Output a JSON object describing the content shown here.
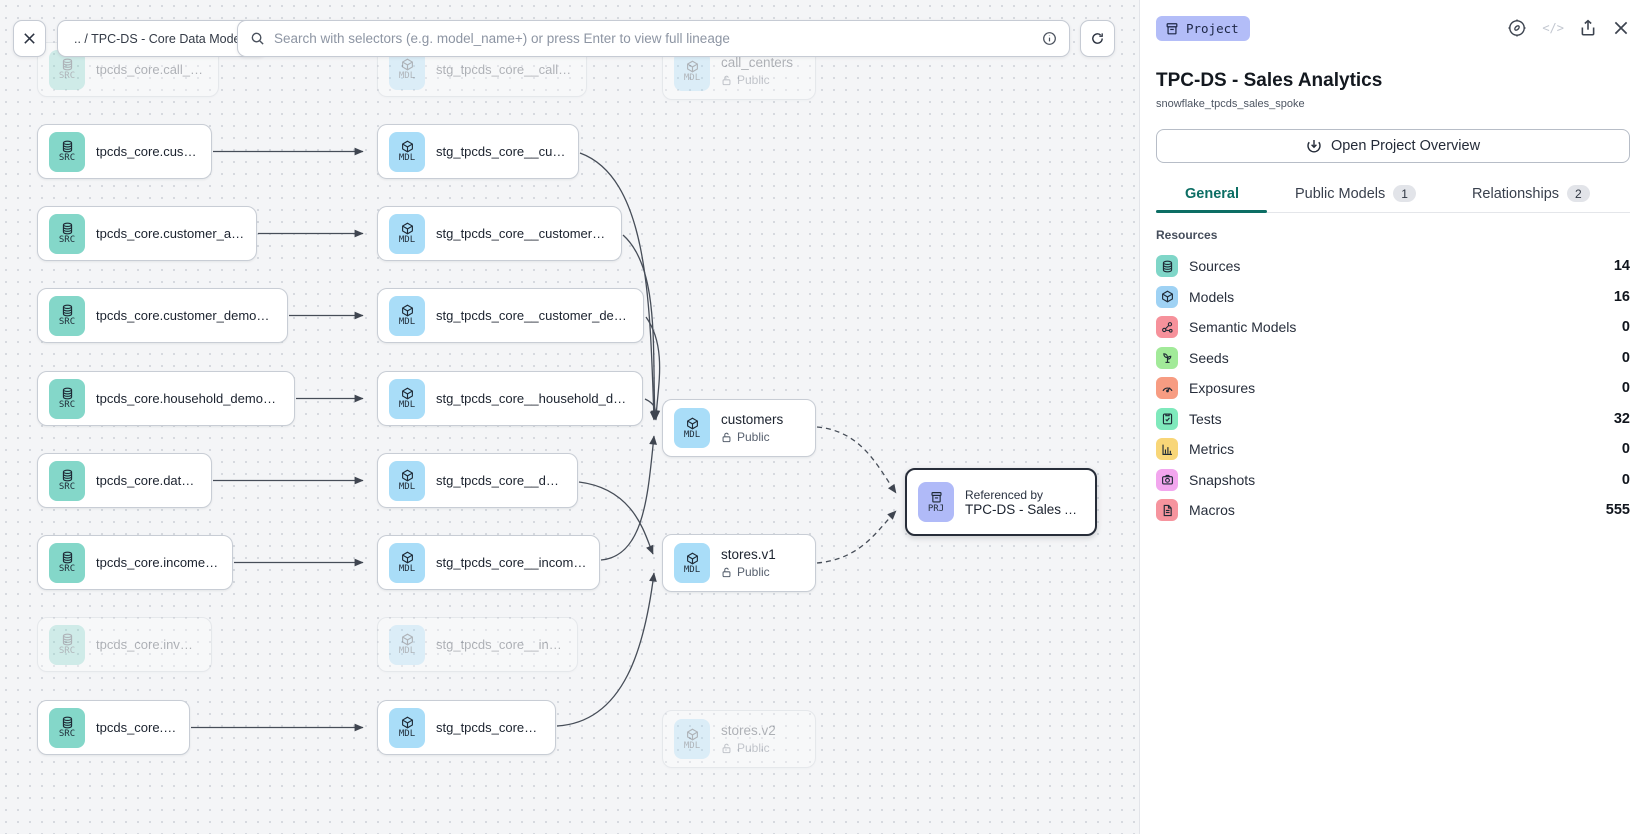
{
  "toolbar": {
    "breadcrumb": ".. / TPC-DS - Core Data Models",
    "search_placeholder": "Search with selectors (e.g. model_name+) or press Enter to view full lineage"
  },
  "canvas": {
    "nodes": {
      "src_call_center": {
        "badge": "SRC",
        "label": "tpcds_core.call_center"
      },
      "src_customer": {
        "badge": "SRC",
        "label": "tpcds_core.customer"
      },
      "src_customer_address": {
        "badge": "SRC",
        "label": "tpcds_core.customer_address"
      },
      "src_customer_demographics": {
        "badge": "SRC",
        "label": "tpcds_core.customer_demographics"
      },
      "src_household_demographics": {
        "badge": "SRC",
        "label": "tpcds_core.household_demographics"
      },
      "src_date_dim": {
        "badge": "SRC",
        "label": "tpcds_core.date_dim"
      },
      "src_income_band": {
        "badge": "SRC",
        "label": "tpcds_core.income_band"
      },
      "src_inventory": {
        "badge": "SRC",
        "label": "tpcds_core.inventory"
      },
      "src_store": {
        "badge": "SRC",
        "label": "tpcds_core.store"
      },
      "mdl_call_center": {
        "badge": "MDL",
        "label": "stg_tpcds_core__call_center"
      },
      "mdl_customer": {
        "badge": "MDL",
        "label": "stg_tpcds_core__customer"
      },
      "mdl_customer_address": {
        "badge": "MDL",
        "label": "stg_tpcds_core__customer_address"
      },
      "mdl_customer_demographics": {
        "badge": "MDL",
        "label": "stg_tpcds_core__customer_demogra…"
      },
      "mdl_household_demographics": {
        "badge": "MDL",
        "label": "stg_tpcds_core__household_demogr…"
      },
      "mdl_date_dim": {
        "badge": "MDL",
        "label": "stg_tpcds_core__date_dim"
      },
      "mdl_income_band": {
        "badge": "MDL",
        "label": "stg_tpcds_core__income_band"
      },
      "mdl_inventory": {
        "badge": "MDL",
        "label": "stg_tpcds_core__inventory"
      },
      "mdl_store": {
        "badge": "MDL",
        "label": "stg_tpcds_core__store"
      },
      "mdl_call_centers": {
        "badge": "MDL",
        "label": "call_centers",
        "sub": "Public"
      },
      "mdl_customers": {
        "badge": "MDL",
        "label": "customers",
        "sub": "Public"
      },
      "mdl_stores_v1": {
        "badge": "MDL",
        "label": "stores.v1",
        "sub": "Public"
      },
      "mdl_stores_v2": {
        "badge": "MDL",
        "label": "stores.v2",
        "sub": "Public"
      },
      "prj_sales": {
        "badge": "PRJ",
        "kicker": "Referenced by",
        "label": "TPC-DS - Sales Analytics"
      }
    }
  },
  "sidebar": {
    "type_badge": "Project",
    "code_action": "</>",
    "title": "TPC-DS - Sales Analytics",
    "subtitle": "snowflake_tpcds_sales_spoke",
    "overview_button": "Open Project Overview",
    "tabs": [
      {
        "label": "General"
      },
      {
        "label": "Public Models",
        "count": "1"
      },
      {
        "label": "Relationships",
        "count": "2"
      }
    ],
    "resources_heading": "Resources",
    "resources": [
      {
        "label": "Sources",
        "count": "14",
        "color": "#7fd6c8"
      },
      {
        "label": "Models",
        "count": "16",
        "color": "#9fd2f4"
      },
      {
        "label": "Semantic Models",
        "count": "0",
        "color": "#f6919b"
      },
      {
        "label": "Seeds",
        "count": "0",
        "color": "#a2ea99"
      },
      {
        "label": "Exposures",
        "count": "0",
        "color": "#f79c82"
      },
      {
        "label": "Tests",
        "count": "32",
        "color": "#7fe9bc"
      },
      {
        "label": "Metrics",
        "count": "0",
        "color": "#f8d678"
      },
      {
        "label": "Snapshots",
        "count": "0",
        "color": "#f2a6ee"
      },
      {
        "label": "Macros",
        "count": "555",
        "color": "#f6949e"
      }
    ]
  }
}
